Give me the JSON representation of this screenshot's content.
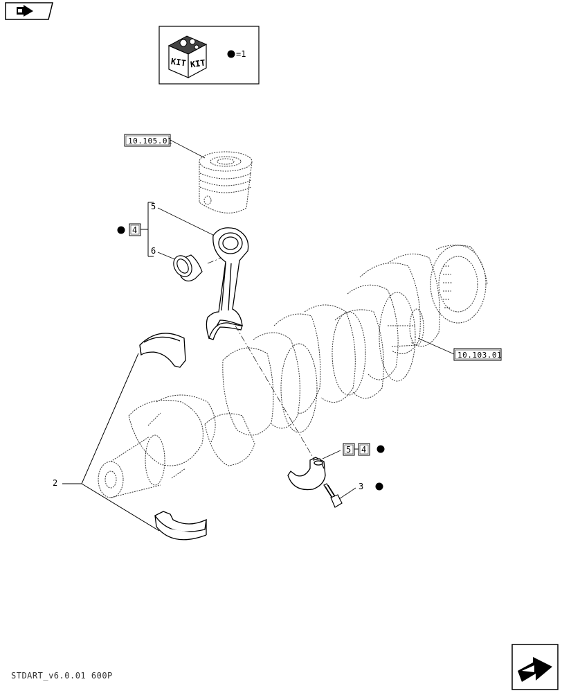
{
  "kit_legend": {
    "kit_text_left": "KIT",
    "kit_text_right": "KIT",
    "equals_text": "=1"
  },
  "references": {
    "piston_ref": "10.105.01",
    "crankshaft_ref": "10.103.01"
  },
  "callouts": {
    "item_2": "2",
    "item_3": "3",
    "item_4_upper": "4",
    "item_5_upper": "5",
    "item_6": "6",
    "item_5_lower": "5",
    "item_4_lower": "4"
  },
  "footer": {
    "code": "STDART_v6.0.01 600P"
  },
  "icons": {
    "top_nav": "previous-page-icon",
    "bottom_nav": "next-page-icon"
  }
}
